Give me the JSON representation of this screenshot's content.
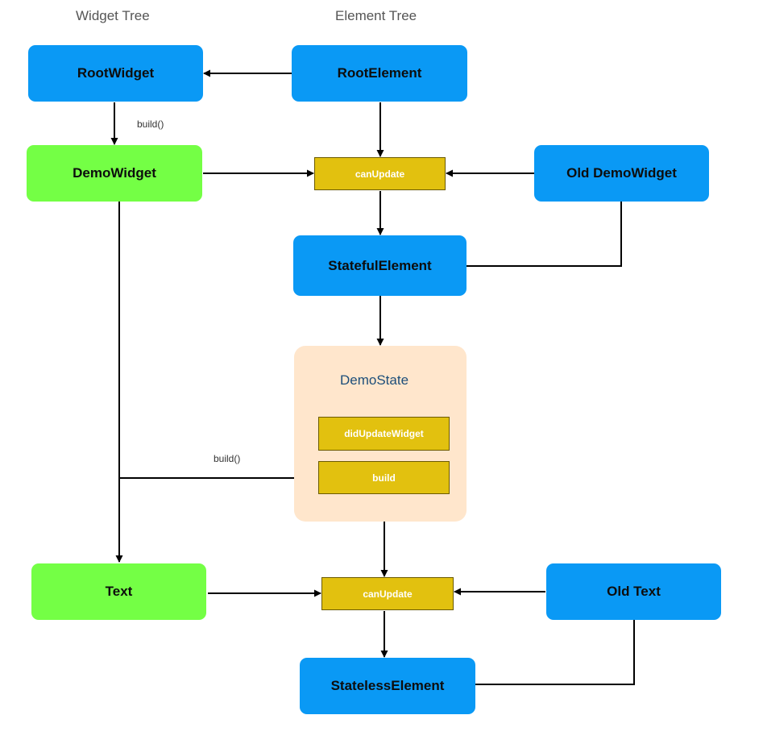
{
  "headers": {
    "widget_tree": "Widget Tree",
    "element_tree": "Element Tree"
  },
  "nodes": {
    "root_widget": "RootWidget",
    "root_element": "RootElement",
    "demo_widget": "DemoWidget",
    "can_update_1": "canUpdate",
    "old_demo_widget": "Old DemoWidget",
    "stateful_element": "StatefulElement",
    "demo_state": "DemoState",
    "did_update_widget": "didUpdateWidget",
    "build_method": "build",
    "text_widget": "Text",
    "can_update_2": "canUpdate",
    "old_text": "Old Text",
    "stateless_element": "StatelessElement"
  },
  "edge_labels": {
    "build_top": "build()",
    "build_mid": "build()"
  },
  "colors": {
    "element_blue": "#0a99f5",
    "widget_green": "#74ff45",
    "method_gold": "#e2c10f",
    "state_bg": "#ffe6cc"
  }
}
